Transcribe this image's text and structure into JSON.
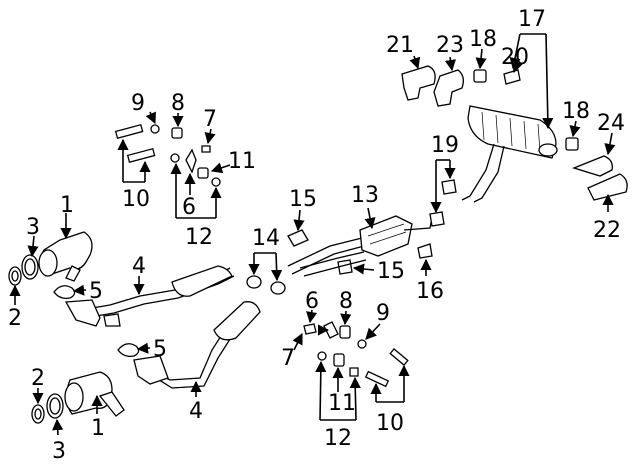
{
  "callouts": {
    "c1a": "1",
    "c1b": "1",
    "c2a": "2",
    "c2b": "2",
    "c3a": "3",
    "c3b": "3",
    "c4a": "4",
    "c4b": "4",
    "c5a": "5",
    "c5b": "5",
    "c6a": "6",
    "c6b": "6",
    "c7a": "7",
    "c7b": "7",
    "c8a": "8",
    "c8b": "8",
    "c9a": "9",
    "c9b": "9",
    "c10a": "10",
    "c10b": "10",
    "c11a": "11",
    "c11b": "11",
    "c12a": "12",
    "c12b": "12",
    "c13": "13",
    "c14": "14",
    "c15a": "15",
    "c15b": "15",
    "c16": "16",
    "c17": "17",
    "c18a": "18",
    "c18b": "18",
    "c19": "19",
    "c20": "20",
    "c21": "21",
    "c22": "22",
    "c23": "23",
    "c24": "24"
  }
}
